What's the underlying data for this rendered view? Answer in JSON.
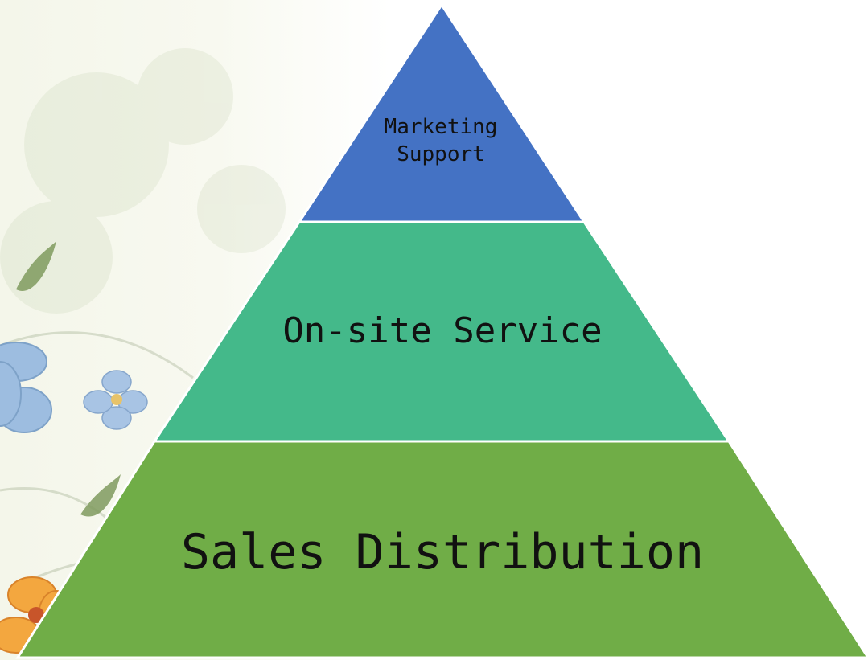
{
  "pyramid": {
    "tiers": [
      {
        "label": "Marketing\nSupport",
        "color": "#4472c4"
      },
      {
        "label": "On-site Service",
        "color": "#44b98a"
      },
      {
        "label": "Sales Distribution",
        "color": "#70ad47"
      }
    ]
  },
  "background": {
    "decoration": "floral-watermark",
    "flower_colors": [
      "#8fb3d6",
      "#f2a33a",
      "#8aa86a"
    ]
  }
}
